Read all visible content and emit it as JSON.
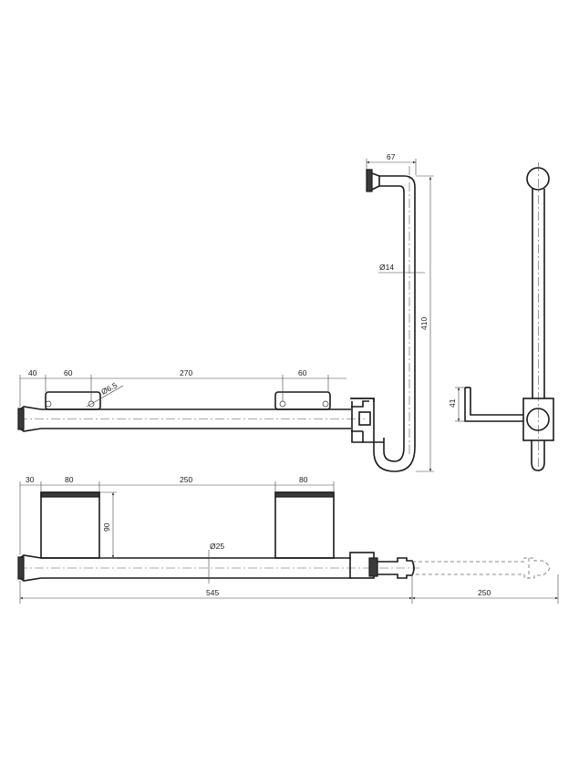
{
  "top_view": {
    "dim_40": "40",
    "dim_60_left": "60",
    "dim_270": "270",
    "dim_60_right": "60",
    "dim_hole": "Ø6.5"
  },
  "side_view": {
    "dim_67": "67",
    "dim_14": "Ø14",
    "dim_410": "410"
  },
  "end_view": {
    "dim_41": "41"
  },
  "front_view": {
    "dim_30": "30",
    "dim_80_left": "80",
    "dim_250_top": "250",
    "dim_80_right": "80",
    "dim_90": "90",
    "dim_25": "Ø25",
    "dim_545": "545",
    "dim_250_ext": "250"
  }
}
